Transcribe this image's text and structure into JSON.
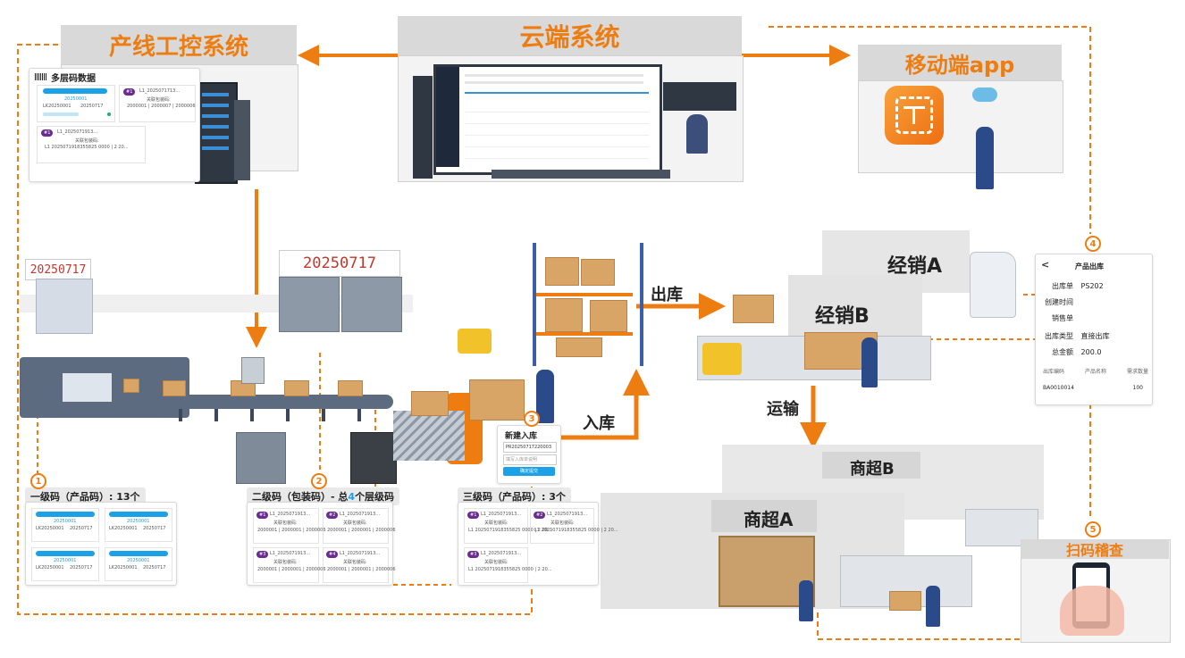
{
  "titles": {
    "production": "产线工控系统",
    "cloud": "云端系统",
    "mobile": "移动端app",
    "scan": "扫码稽查"
  },
  "flow_labels": {
    "outbound": "出库",
    "inbound": "入库",
    "transport": "运输"
  },
  "stores": {
    "dealer_a": "经销A",
    "dealer_b": "经销B",
    "market_a": "商超A",
    "market_b": "商超B"
  },
  "printer_codes": {
    "left": "20250717",
    "right": "20250717"
  },
  "multi_code": {
    "title": "多层码数据",
    "item1_code": "20250001",
    "item1_left": "LK20250001",
    "item1_right": "20250717",
    "item2_badge": "#1",
    "item2_head": "L1_2025071713...",
    "item2_label": "关联包装码:",
    "item2_codes": "2000001 | 2000007 | 2000006",
    "item3_badge": "#1",
    "item3_head": "L1_2025071913...",
    "item3_label": "关联包装码:",
    "item3_codes": "L1 2025071918355825 0000 | 2 20..."
  },
  "levels": {
    "level1_title": "一级码（产品码）: 13个",
    "level1_code": "20250001",
    "level1_left": "LK20250001",
    "level1_right": "20250717",
    "level2_title_a": "二级码（包装码）- 总",
    "level2_count": "4",
    "level2_title_b": "个层级码",
    "level2_badges": [
      "#1",
      "#2",
      "#3",
      "#4"
    ],
    "level2_head": "L1_2025071913...",
    "level2_label": "关联包装码:",
    "level2_codes": "2000001 | 2000001 | 2000006",
    "level3_title": "三级码（产品码）: 3个",
    "level3_badges": [
      "#1",
      "#2",
      "#3"
    ],
    "level3_head": "L1_2025071913...",
    "level3_label": "关联包装码:",
    "level3_codes": "L1 2025071918355825 0000 | 2 20..."
  },
  "inbound_form": {
    "title": "新建入库",
    "value": "PR20250717220003",
    "placeholder": "填写入库单说明",
    "button": "确定提交"
  },
  "phone_form": {
    "back": "<",
    "title": "产品出库",
    "rows": [
      {
        "label": "出库单",
        "value": "PS202"
      },
      {
        "label": "创建时间",
        "value": ""
      },
      {
        "label": "销售单",
        "value": ""
      },
      {
        "label": "出库类型",
        "value": "直接出库"
      },
      {
        "label": "总金额",
        "value": "200.0"
      }
    ],
    "table_headers": [
      "出库编码",
      "产品名称",
      "需求数量"
    ],
    "table_row": [
      "BA0010014",
      "",
      "100"
    ]
  },
  "step_numbers": [
    "1",
    "2",
    "3",
    "4",
    "5"
  ],
  "colors": {
    "accent": "#ee7d11",
    "title_bg": "#d9d9d9",
    "blue": "#1aa1e6",
    "purple": "#6a2c91"
  },
  "icons": [
    "barcode-icon",
    "arrow-right-icon",
    "arrow-left-icon",
    "arrow-down-icon",
    "app-icon",
    "cloud-icon"
  ]
}
